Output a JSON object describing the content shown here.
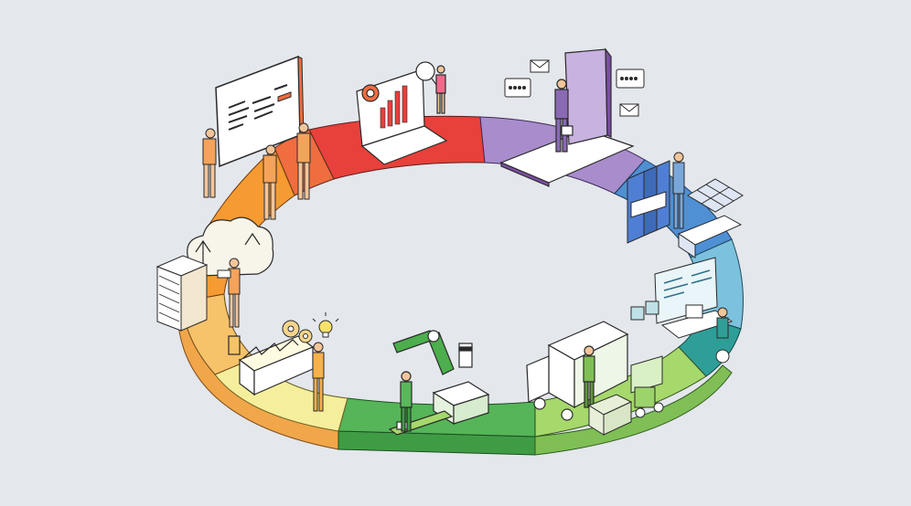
{
  "illustration": {
    "background": "#e4e7ec",
    "ring_colors": [
      "#7a4fa3",
      "#a98ccb",
      "#4d8fd1",
      "#7cc1dd",
      "#2f9e98",
      "#9cd36a",
      "#4cae4c",
      "#59b85b",
      "#f4ef9a",
      "#f6c36a",
      "#f49a2e",
      "#ef6a3a",
      "#d7322f"
    ],
    "scenes": [
      {
        "name": "presentation",
        "icon": "whiteboard-icon"
      },
      {
        "name": "data-analysis",
        "icon": "chart-icon"
      },
      {
        "name": "communication",
        "icon": "smartphone-icon"
      },
      {
        "name": "document-management",
        "icon": "binder-icon"
      },
      {
        "name": "system-operation",
        "icon": "computer-icon"
      },
      {
        "name": "logistics",
        "icon": "truck-icon"
      },
      {
        "name": "manufacturing",
        "icon": "robot-arm-icon"
      },
      {
        "name": "factory",
        "icon": "factory-icon"
      },
      {
        "name": "cloud-server",
        "icon": "cloud-icon"
      }
    ]
  }
}
